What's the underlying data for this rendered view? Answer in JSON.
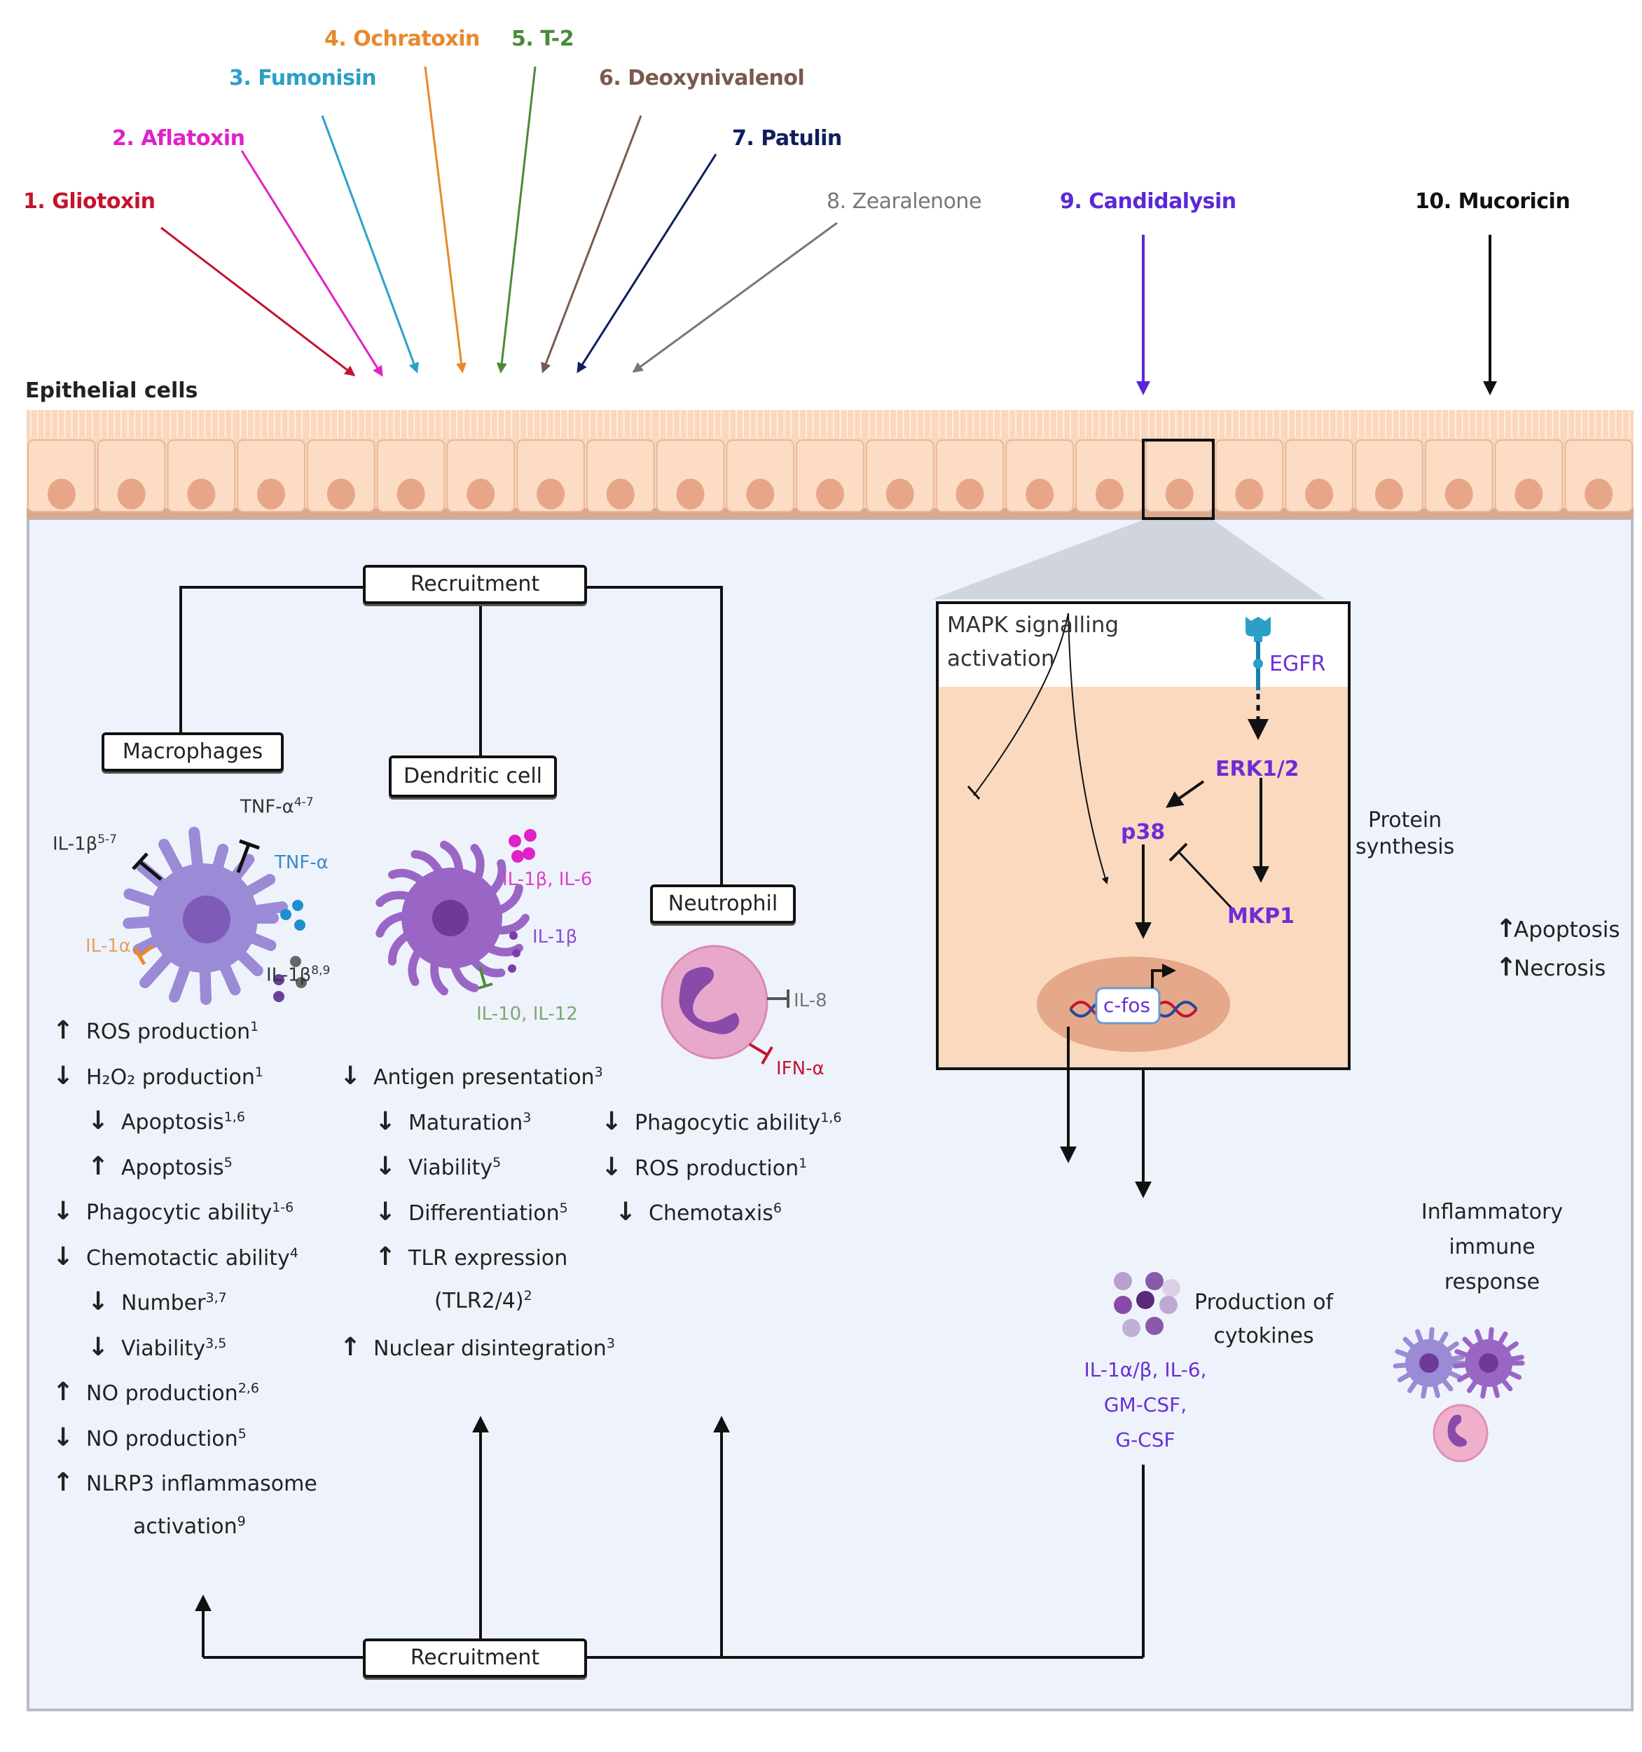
{
  "toxins": [
    {
      "label": "1. Gliotoxin",
      "color": "#c4142f"
    },
    {
      "label": "2. Aflatoxin",
      "color": "#e020c8"
    },
    {
      "label": "3. Fumonisin",
      "color": "#2aa0c8"
    },
    {
      "label": "4. Ochratoxin",
      "color": "#e8892a"
    },
    {
      "label": "5. T-2",
      "color": "#4a8a3a"
    },
    {
      "label": "6. Deoxynivalenol",
      "color": "#7a5a4e"
    },
    {
      "label": "7. Patulin",
      "color": "#0e1e5e"
    },
    {
      "label": "8. Zearalenone",
      "color": "#777777"
    },
    {
      "label": "9. Candidalysin",
      "color": "#5a28d8"
    },
    {
      "label": "10. Mucoricin",
      "color": "#111111"
    }
  ],
  "epithelium": {
    "label": "Epithelial cells",
    "cell_count": 23
  },
  "recruitment_top": "Recruitment",
  "recruitment_bottom": "Recruitment",
  "cell_types": {
    "macrophages": "Macrophages",
    "dendritic": "Dendritic cell",
    "neutrophil": "Neutrophil"
  },
  "macrophage_cytokines": {
    "il1b_inhibited": {
      "text": "IL-1β",
      "sup": "5-7"
    },
    "tnfa_inhibited": {
      "text": "TNF-α",
      "sup": "4-7"
    },
    "tnfa_released": "TNF-α",
    "il1a_inhibited": "IL-1α",
    "il1b_released": {
      "text": "IL-1β",
      "sup": "8,9"
    }
  },
  "dendritic_cytokines": {
    "released_pink": "IL-1β, IL-6",
    "released_purple": "IL-1β",
    "inhibited_green": "IL-10, IL-12"
  },
  "neutrophil_cytokines": {
    "il8": "IL-8",
    "ifna": "IFN-α"
  },
  "macrophage_effects": [
    {
      "dir": "up",
      "text": "ROS production",
      "sup": "1"
    },
    {
      "dir": "down",
      "text": "H₂O₂ production",
      "sup": "1"
    },
    {
      "dir": "down",
      "text": "Apoptosis",
      "sup": "1,6"
    },
    {
      "dir": "up",
      "text": "Apoptosis",
      "sup": "5"
    },
    {
      "dir": "down",
      "text": "Phagocytic ability",
      "sup": "1-6"
    },
    {
      "dir": "down",
      "text": "Chemotactic ability",
      "sup": "4"
    },
    {
      "dir": "down",
      "text": "Number",
      "sup": "3,7"
    },
    {
      "dir": "down",
      "text": "Viability",
      "sup": "3,5"
    },
    {
      "dir": "up",
      "text": "NO production",
      "sup": "2,6"
    },
    {
      "dir": "down",
      "text": "NO production",
      "sup": "5"
    },
    {
      "dir": "up",
      "text": "NLRP3 inflammasome",
      "sup": ""
    },
    {
      "dir": "",
      "text": "activation",
      "sup": "9"
    }
  ],
  "dendritic_effects": [
    {
      "dir": "down",
      "text": "Antigen presentation",
      "sup": "3"
    },
    {
      "dir": "down",
      "text": "Maturation",
      "sup": "3"
    },
    {
      "dir": "down",
      "text": "Viability",
      "sup": "5"
    },
    {
      "dir": "down",
      "text": "Differentiation",
      "sup": "5"
    },
    {
      "dir": "up",
      "text": "TLR expression",
      "sup": ""
    },
    {
      "dir": "",
      "text": "(TLR2/4)",
      "sup": "2"
    },
    {
      "dir": "up",
      "text": "Nuclear disintegration",
      "sup": "3"
    }
  ],
  "neutrophil_effects": [
    {
      "dir": "down",
      "text": "Phagocytic ability",
      "sup": "1,6"
    },
    {
      "dir": "down",
      "text": "ROS production",
      "sup": "1"
    },
    {
      "dir": "down",
      "text": "Chemotaxis",
      "sup": "6"
    }
  ],
  "mapk": {
    "title_line1": "MAPK signalling",
    "title_line2": "activation",
    "egfr": "EGFR",
    "erk": "ERK1/2",
    "p38": "p38",
    "mkp1": "MKP1",
    "gene": "c-fos"
  },
  "cytokine_production": {
    "label_line1": "Production of",
    "label_line2": "cytokines",
    "list_line1": "IL-1α/β, IL-6,",
    "list_line2": "GM-CSF,",
    "list_line3": "G-CSF"
  },
  "mucoricin_path": {
    "protein_line1": "Protein",
    "protein_line2": "synthesis",
    "apoptosis": "Apoptosis",
    "necrosis": "Necrosis",
    "response_line1": "Inflammatory",
    "response_line2": "immune",
    "response_line3": "response"
  },
  "arrow_glyphs": {
    "up": "↑",
    "down": "↓"
  },
  "colors": {
    "panel_bg": "#eef3fb",
    "epithelium": "#fbd7bd",
    "nucleus": "#e8a688",
    "mapk_bg": "#fbd9bf",
    "macrophage": "#9b8ad6",
    "dendritic": "#9a66c6",
    "neutrophil": "#e8a8cc",
    "cytokine_purple": "#6a2fd6"
  }
}
